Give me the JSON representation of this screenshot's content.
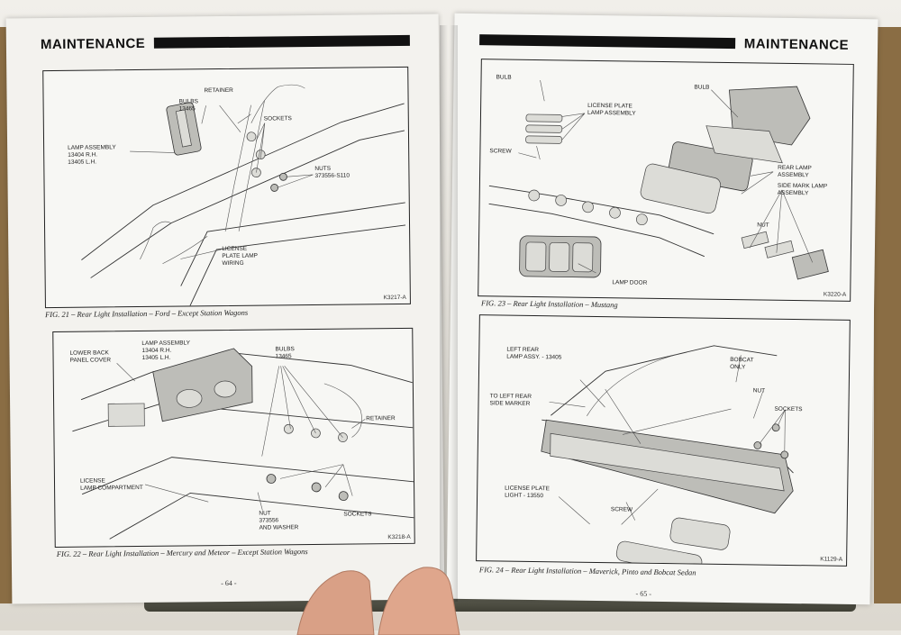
{
  "left_page": {
    "header": "MAINTENANCE",
    "folio": "- 64 -",
    "fig21": {
      "caption": "FIG. 21 – Rear Light Installation – Ford – Except Station Wagons",
      "ref": "K3217-A",
      "labels": {
        "retainer": "RETAINER",
        "bulbs": "BULBS\n13465",
        "sockets": "SOCKETS",
        "lamp_assembly": "LAMP ASSEMBLY\n13404 R.H.\n13405 L.H.",
        "nuts": "NUTS\n373556-S110",
        "license_wiring": "LICENSE\nPLATE LAMP\nWIRING"
      }
    },
    "fig22": {
      "caption": "FIG. 22 – Rear Light Installation – Mercury and Meteor – Except Station Wagons",
      "ref": "K3218-A",
      "labels": {
        "lower_back": "LOWER BACK\nPANEL COVER",
        "lamp_assembly": "LAMP ASSEMBLY\n13404 R.H.\n13405 L.H.",
        "bulbs": "BULBS\n13465",
        "retainer": "RETAINER",
        "license_compartment": "LICENSE\nLAMP COMPARTMENT",
        "nut_washer": "NUT\n373556\nAND WASHER",
        "sockets": "SOCKETS"
      }
    }
  },
  "right_page": {
    "header": "MAINTENANCE",
    "folio": "- 65 -",
    "fig23": {
      "caption": "FIG. 23 – Rear Light Installation – Mustang",
      "ref": "K3220-A",
      "labels": {
        "bulb_left": "BULB",
        "license_assembly": "LICENSE PLATE\nLAMP ASSEMBLY",
        "screw": "SCREW",
        "bulb_right": "BULB",
        "rear_lamp": "REAR LAMP\nASSEMBLY",
        "side_mark": "SIDE MARK LAMP\nASSEMBLY",
        "nut": "NUT",
        "lamp_door": "LAMP DOOR"
      }
    },
    "fig24": {
      "caption": "FIG. 24 – Rear Light Installation – Maverick, Pinto and Bobcat Sedan",
      "ref": "K1129-A",
      "labels": {
        "left_rear": "LEFT REAR\nLAMP ASSY. - 13405",
        "bobcat": "BOBCAT\nONLY",
        "nut": "NUT",
        "side_marker": "TO LEFT REAR\nSIDE MARKER",
        "sockets": "SOCKETS",
        "license_light": "LICENSE PLATE\nLIGHT - 13550",
        "screw": "SCREW"
      }
    }
  }
}
